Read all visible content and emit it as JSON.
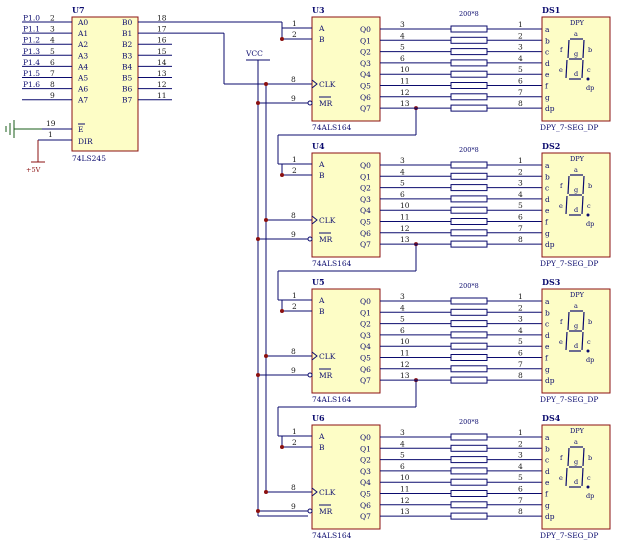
{
  "u7": {
    "ref": "U7",
    "part": "74LS245",
    "ports": [
      "P1.0",
      "P1.1",
      "P1.2",
      "P1.3",
      "P1.4",
      "P1.5",
      "P1.6",
      ""
    ],
    "a_pins": [
      "2",
      "3",
      "4",
      "5",
      "6",
      "7",
      "8",
      "9"
    ],
    "a_labels": [
      "A0",
      "A1",
      "A2",
      "A3",
      "A4",
      "A5",
      "A6",
      "A7"
    ],
    "b_labels": [
      "B0",
      "B1",
      "B2",
      "B3",
      "B4",
      "B5",
      "B6",
      "B7"
    ],
    "b_pins": [
      "18",
      "17",
      "16",
      "15",
      "14",
      "13",
      "12",
      "11"
    ],
    "oe_label": "E",
    "oe_pin": "19",
    "dir_label": "DIR",
    "dir_pin": "1"
  },
  "power": {
    "vcc": "VCC",
    "plus5": "+5V"
  },
  "shift_register": {
    "input_pins": [
      "1",
      "2"
    ],
    "input_labels": [
      "A",
      "B"
    ],
    "clk_pin": "8",
    "clk_label": "CLK",
    "mr_pin": "9",
    "mr_label": "MR",
    "q_labels": [
      "Q0",
      "Q1",
      "Q2",
      "Q3",
      "Q4",
      "Q5",
      "Q6",
      "Q7"
    ],
    "q_pins": [
      "3",
      "4",
      "5",
      "6",
      "10",
      "11",
      "12",
      "13"
    ],
    "chips": [
      {
        "ref": "U3",
        "part": "74ALS164"
      },
      {
        "ref": "U4",
        "part": "74ALS164"
      },
      {
        "ref": "U5",
        "part": "74ALS164"
      },
      {
        "ref": "U6",
        "part": "74ALS164"
      }
    ]
  },
  "resistor_label": "200*8",
  "display": {
    "seg_labels": [
      "a",
      "b",
      "c",
      "d",
      "e",
      "f",
      "g",
      "dp"
    ],
    "seg_pins": [
      "1",
      "2",
      "3",
      "4",
      "5",
      "6",
      "7",
      "8"
    ],
    "type": "DPY",
    "part": "DPY_7-SEG_DP",
    "glyph": {
      "a": "a",
      "b": "b",
      "c": "c",
      "d": "d",
      "e": "e",
      "f": "f",
      "g": "g",
      "dp": "dp"
    },
    "units": [
      {
        "ref": "DS1"
      },
      {
        "ref": "DS2"
      },
      {
        "ref": "DS3"
      },
      {
        "ref": "DS4"
      }
    ]
  }
}
